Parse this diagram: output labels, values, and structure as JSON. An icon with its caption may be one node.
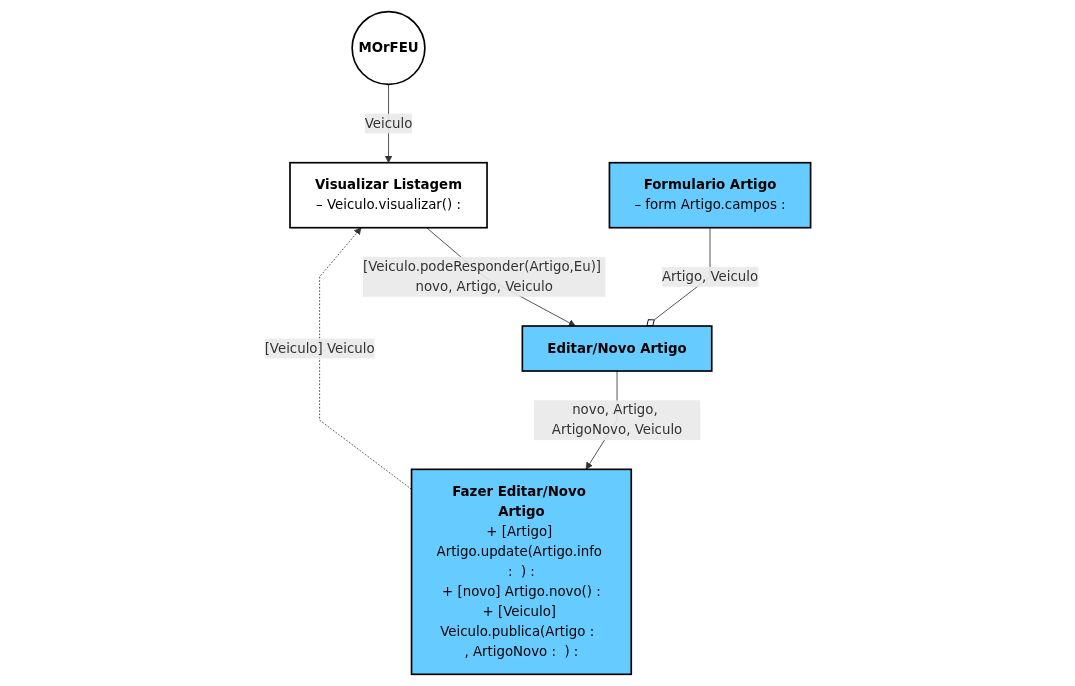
{
  "diagram": {
    "nodes": [
      {
        "text": [
          "MOrFEU"
        ]
      },
      {
        "text": [
          "Visualizar Listagem",
          "– Veiculo.visualizar() :"
        ]
      },
      {
        "text": [
          "Editar/Novo Artigo"
        ]
      },
      {
        "text": [
          "Fazer Editar/Novo Artigo",
          "+ [Artigo] Artigo.update(Artigo.info :  ) :",
          "+ [novo] Artigo.novo() :",
          "+ [Veiculo] Veiculo.publica(Artigo :  , ArtigoNovo :  ) :"
        ]
      },
      {
        "text": [
          "Formulario Artigo",
          "– form Artigo.campos :"
        ]
      }
    ],
    "edges": [
      {
        "from": 0,
        "to": 1,
        "arrow": "to",
        "label": "Veiculo"
      },
      {
        "from": 1,
        "to": 2,
        "arrow": "to",
        "label": "[Veiculo.podeResponder(Artigo,Eu)] novo, Artigo, Veiculo"
      },
      {
        "from": 3,
        "to": 1,
        "arrow": "to",
        "label": "[Veiculo] Veiculo",
        "style": "dashed"
      },
      {
        "from": 2,
        "to": 3,
        "arrow": "to",
        "label": "novo, Artigo, ArtigoNovo, Veiculo"
      },
      {
        "from": 4,
        "to": 2,
        "arrow": "other",
        "label": "Artigo, Veiculo"
      }
    ]
  }
}
